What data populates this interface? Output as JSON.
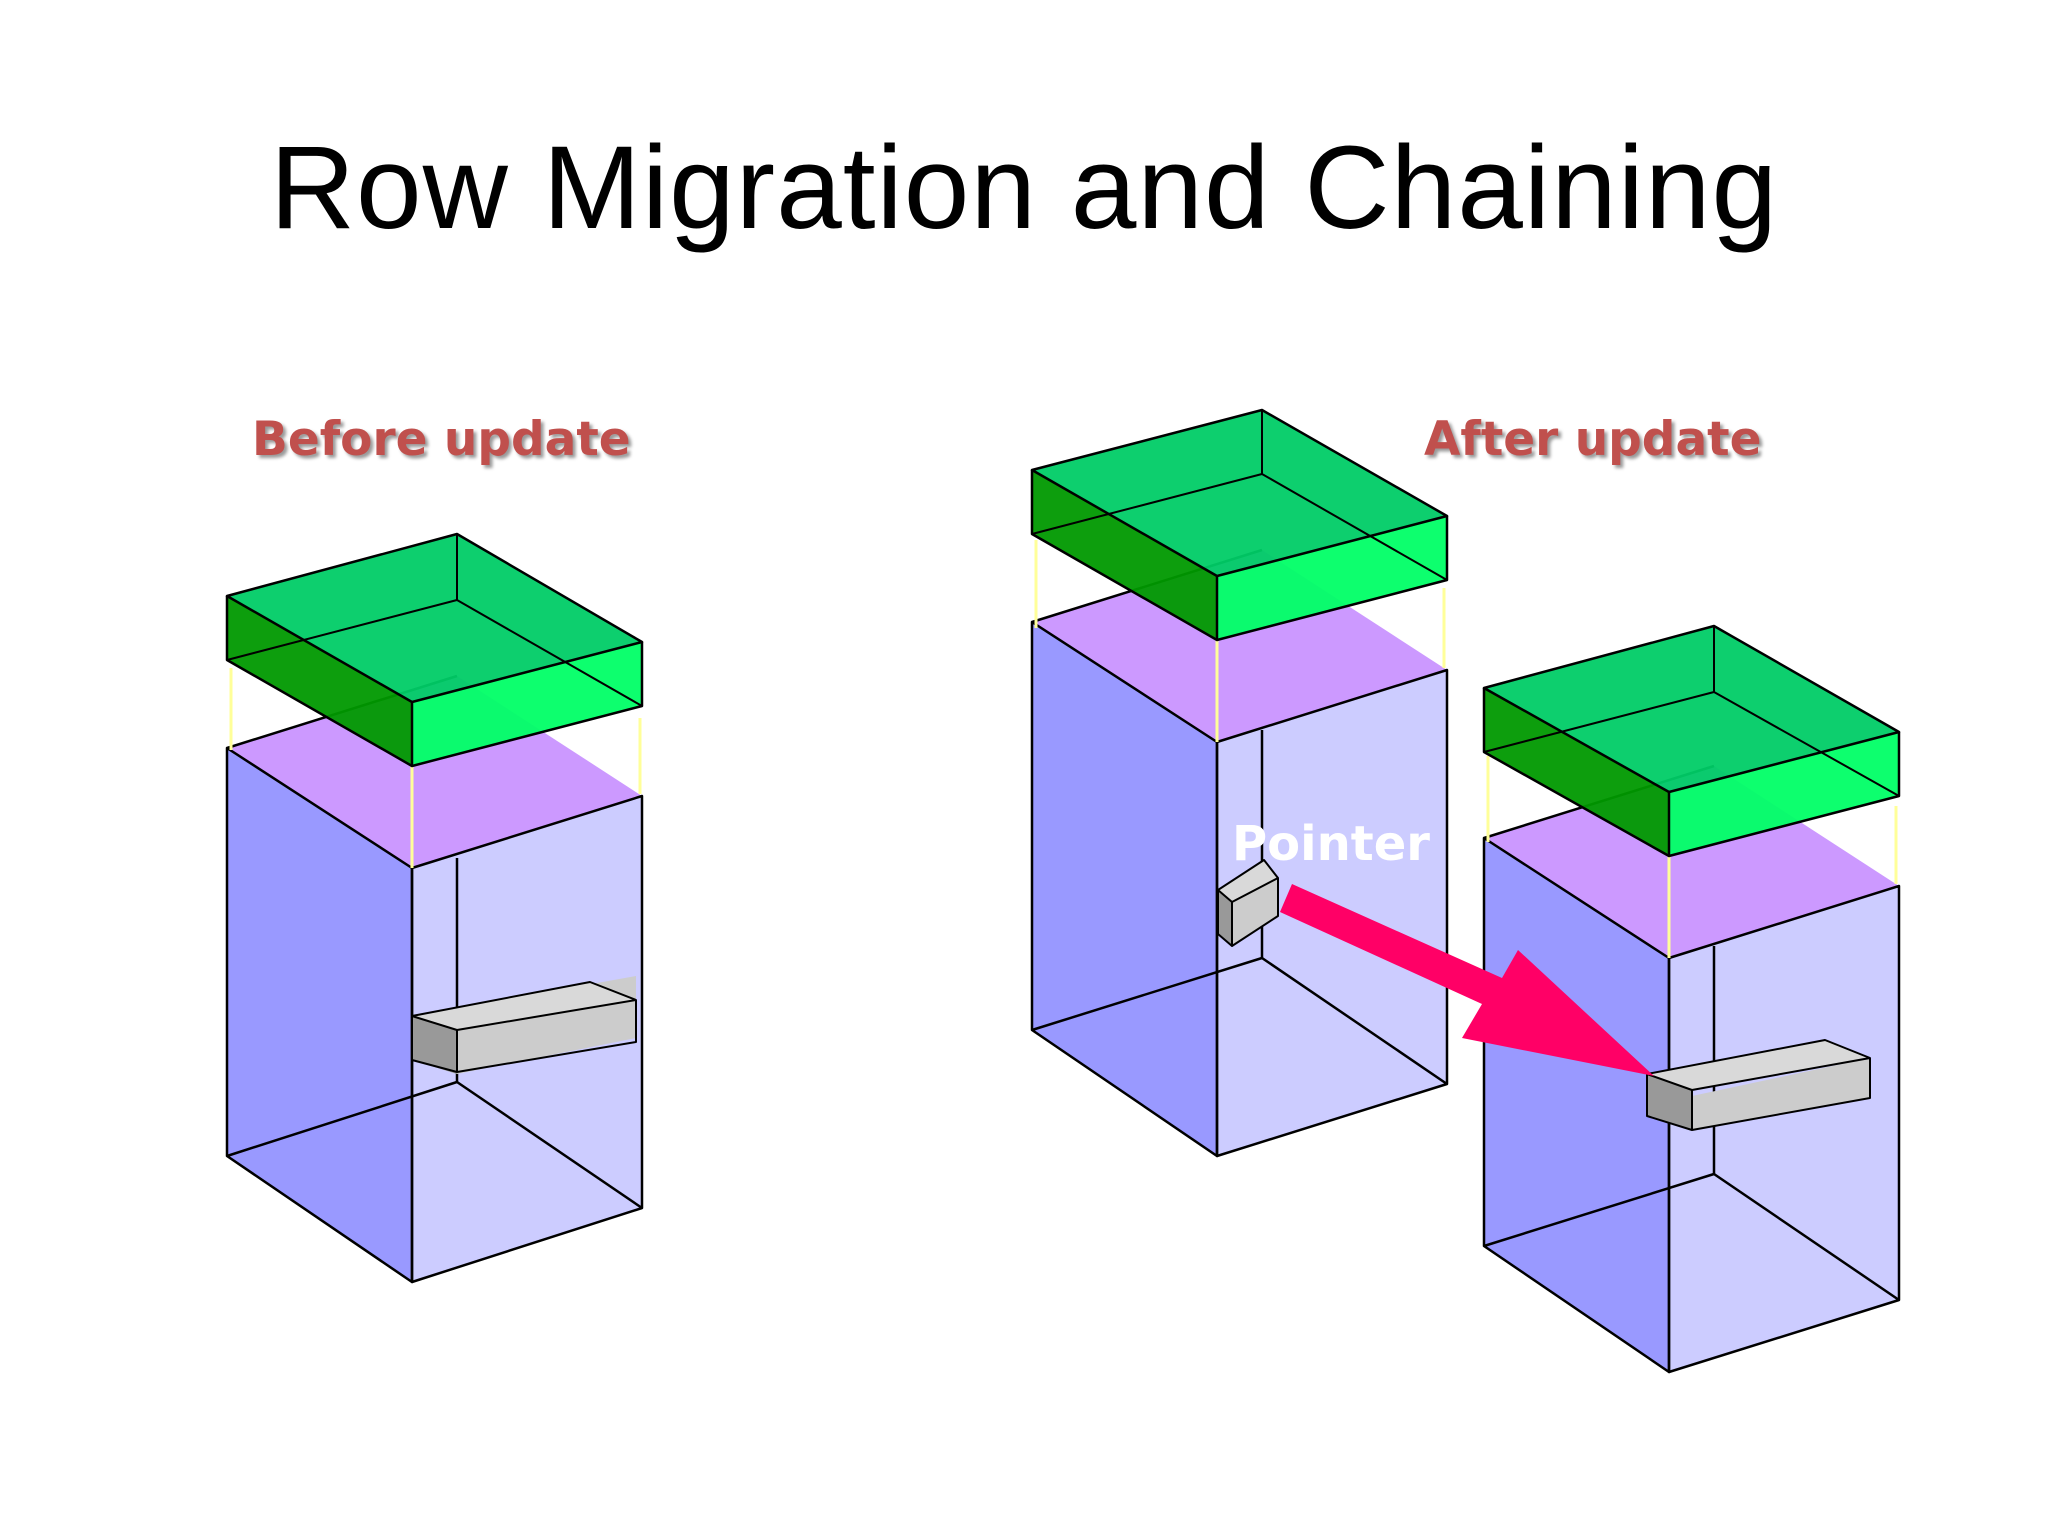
{
  "title": "Row Migration and Chaining",
  "labels": {
    "before": "Before update",
    "after": "After update",
    "pointer": "Pointer"
  },
  "colors": {
    "label": "#c0504d",
    "pointer_label": "#ffffff",
    "arrow": "#ff0066",
    "header_top": "#00cc66",
    "header_front": "#00ff66",
    "header_left": "#009900",
    "block_top": "#cc99ff",
    "block_left": "#9999ff",
    "block_right": "#ccccff",
    "row_piece": "#cccccc"
  }
}
